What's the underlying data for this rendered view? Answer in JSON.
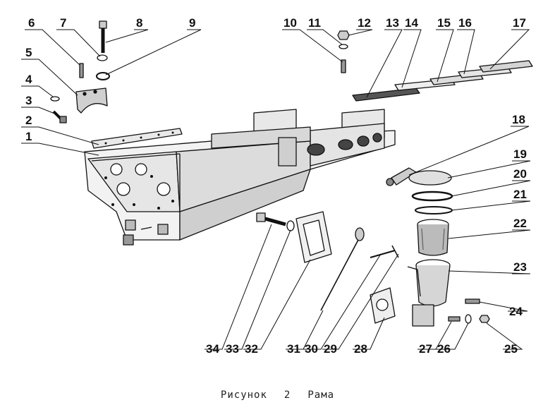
{
  "caption": {
    "word": "Рисунок",
    "number": "2",
    "title": "Рама"
  },
  "callouts": [
    "1",
    "2",
    "3",
    "4",
    "5",
    "6",
    "7",
    "8",
    "9",
    "10",
    "11",
    "12",
    "13",
    "14",
    "15",
    "16",
    "17",
    "18",
    "19",
    "20",
    "21",
    "22",
    "23",
    "24",
    "25",
    "26",
    "27",
    "28",
    "29",
    "30",
    "31",
    "32",
    "33",
    "34"
  ],
  "colors": {
    "ink": "#111111",
    "paper": "#ffffff"
  }
}
